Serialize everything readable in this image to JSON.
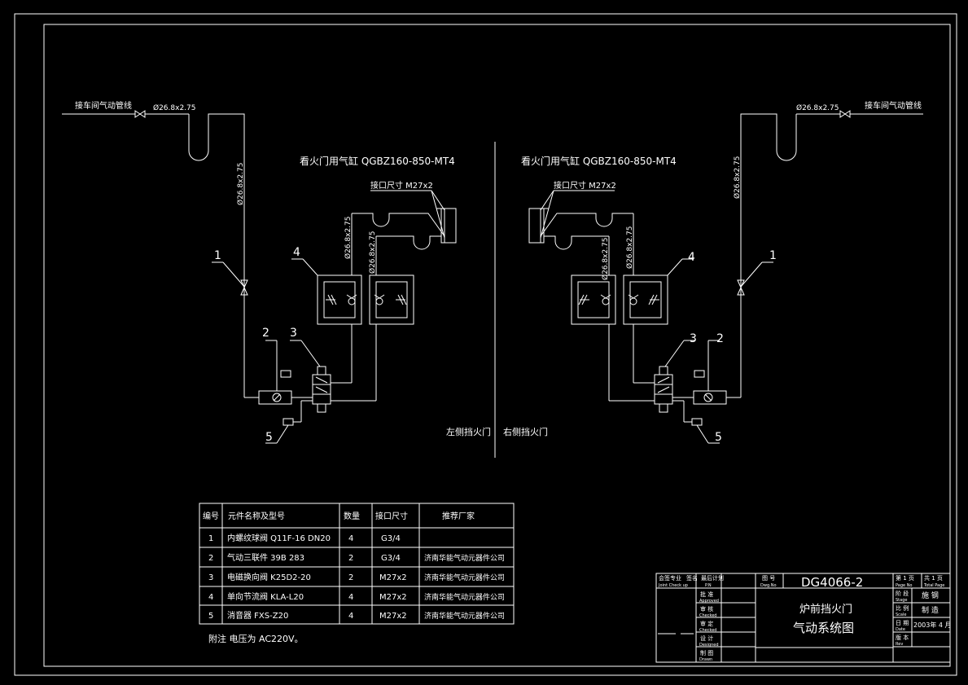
{
  "left": {
    "supply_label": "接车间气动管线",
    "pipe_spec": "Ø26.8x2.75",
    "cylinder_title": "看火门用气缸 QGBZ160-850-MT4",
    "port_size": "接口尺寸 M27x2",
    "side_label": "左侧挡火门",
    "callouts": [
      "1",
      "2",
      "3",
      "4",
      "5"
    ]
  },
  "right": {
    "supply_label": "接车间气动管线",
    "pipe_spec": "Ø26.8x2.75",
    "cylinder_title": "看火门用气缸 QGBZ160-850-MT4",
    "port_size": "接口尺寸 M27x2",
    "side_label": "右侧挡火门",
    "callouts": [
      "1",
      "2",
      "3",
      "4",
      "5"
    ]
  },
  "parts_table": {
    "headers": [
      "编号",
      "元件名称及型号",
      "数量",
      "接口尺寸",
      "推荐厂家"
    ],
    "rows": [
      [
        "1",
        "内螺纹球阀 Q11F-16 DN20",
        "4",
        "G3/4",
        ""
      ],
      [
        "2",
        "气动三联件 39B 283",
        "2",
        "G3/4",
        "济南华能气动元器件公司"
      ],
      [
        "3",
        "电磁换向阀 K25D2-20",
        "2",
        "M27x2",
        "济南华能气动元器件公司"
      ],
      [
        "4",
        "单向节流阀 KLA-L20",
        "4",
        "M27x2",
        "济南华能气动元器件公司"
      ],
      [
        "5",
        "消音器 FXS-Z20",
        "4",
        "M27x2",
        "济南华能气动元器件公司"
      ]
    ],
    "note": "附注  电压为 AC220V。"
  },
  "title_block": {
    "drawing_no_label": "图 号",
    "drawing_no_sub": "Dwg.No",
    "drawing_no": "DG4066-2",
    "title_line1": "炉前挡火门",
    "title_line2": "气动系统图",
    "dept_label": "会签专业",
    "dept_sub": "Joint Check up",
    "signer_label": "签名",
    "rev_label": "最后计划",
    "rev_sub": "P.N",
    "sign_rows": [
      {
        "cn": "批 准",
        "en": "Approved"
      },
      {
        "cn": "审 核",
        "en": "Checked"
      },
      {
        "cn": "审 定",
        "en": "Checked"
      },
      {
        "cn": "设 计",
        "en": "Designed"
      },
      {
        "cn": "制 图",
        "en": "Drawn"
      }
    ],
    "page_label": "第 1 页",
    "page_sub": "Page No",
    "total_label": "共 1 页",
    "total_sub": "Total Page",
    "stage_label": "阶 段",
    "stage_sub": "Stage",
    "stage_value": "施 钢",
    "scale_label": "比 例",
    "scale_sub": "Scale",
    "scale_value": "制 造",
    "date_label": "日 期",
    "date_sub": "Date",
    "date_value": "2003年 4 月",
    "rev2_label": "版 本",
    "rev2_sub": "Rev"
  }
}
